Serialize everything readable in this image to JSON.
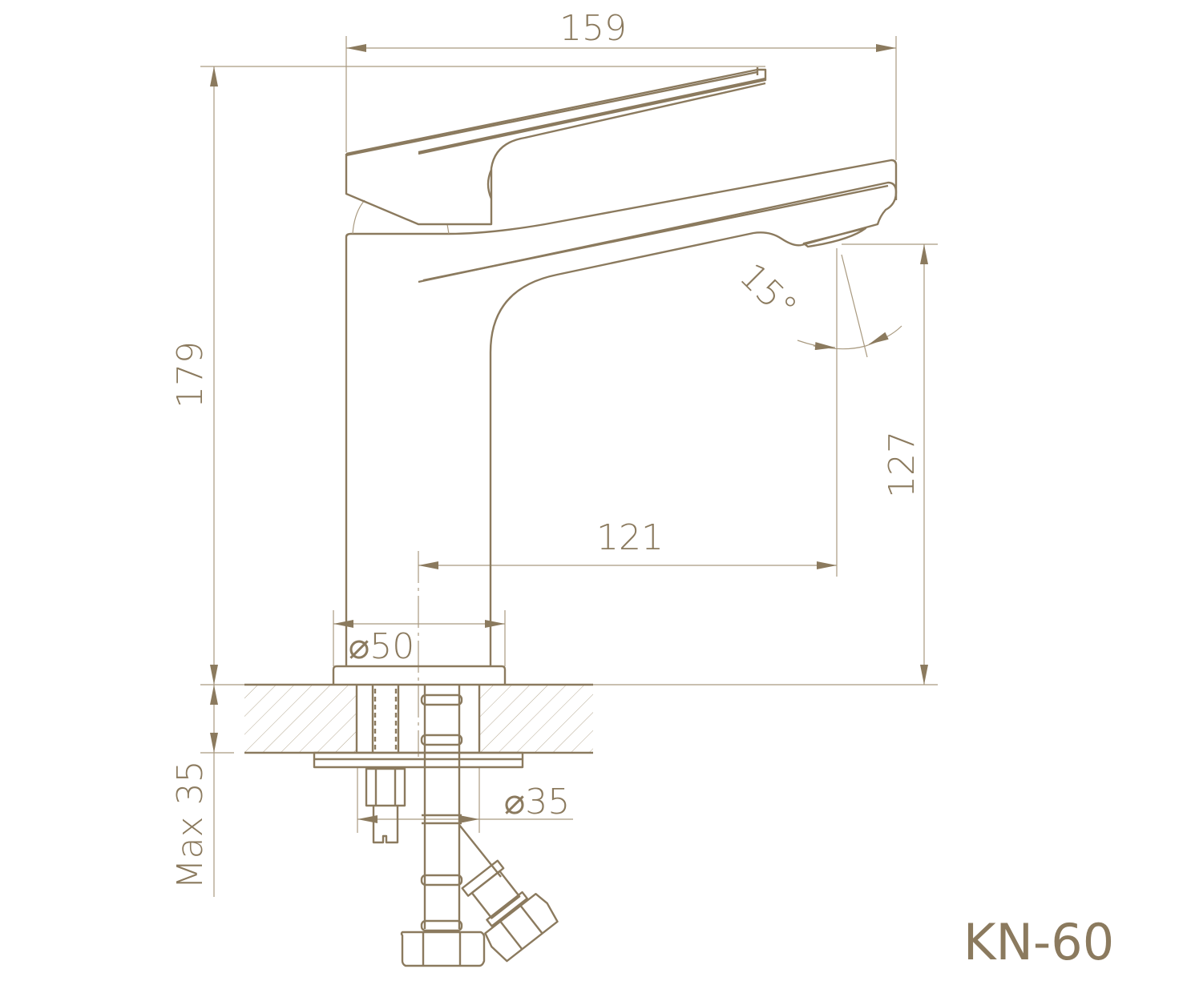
{
  "drawing": {
    "model": "KN-60",
    "line_color": "#8b7a5e",
    "dimensions": {
      "total_width": "159",
      "total_height": "179",
      "spout_height": "127",
      "spout_reach": "121",
      "base_diameter": "⌀50",
      "hole_diameter": "⌀35",
      "max_counter_thickness": "Max 35",
      "spout_angle": "15°"
    }
  }
}
